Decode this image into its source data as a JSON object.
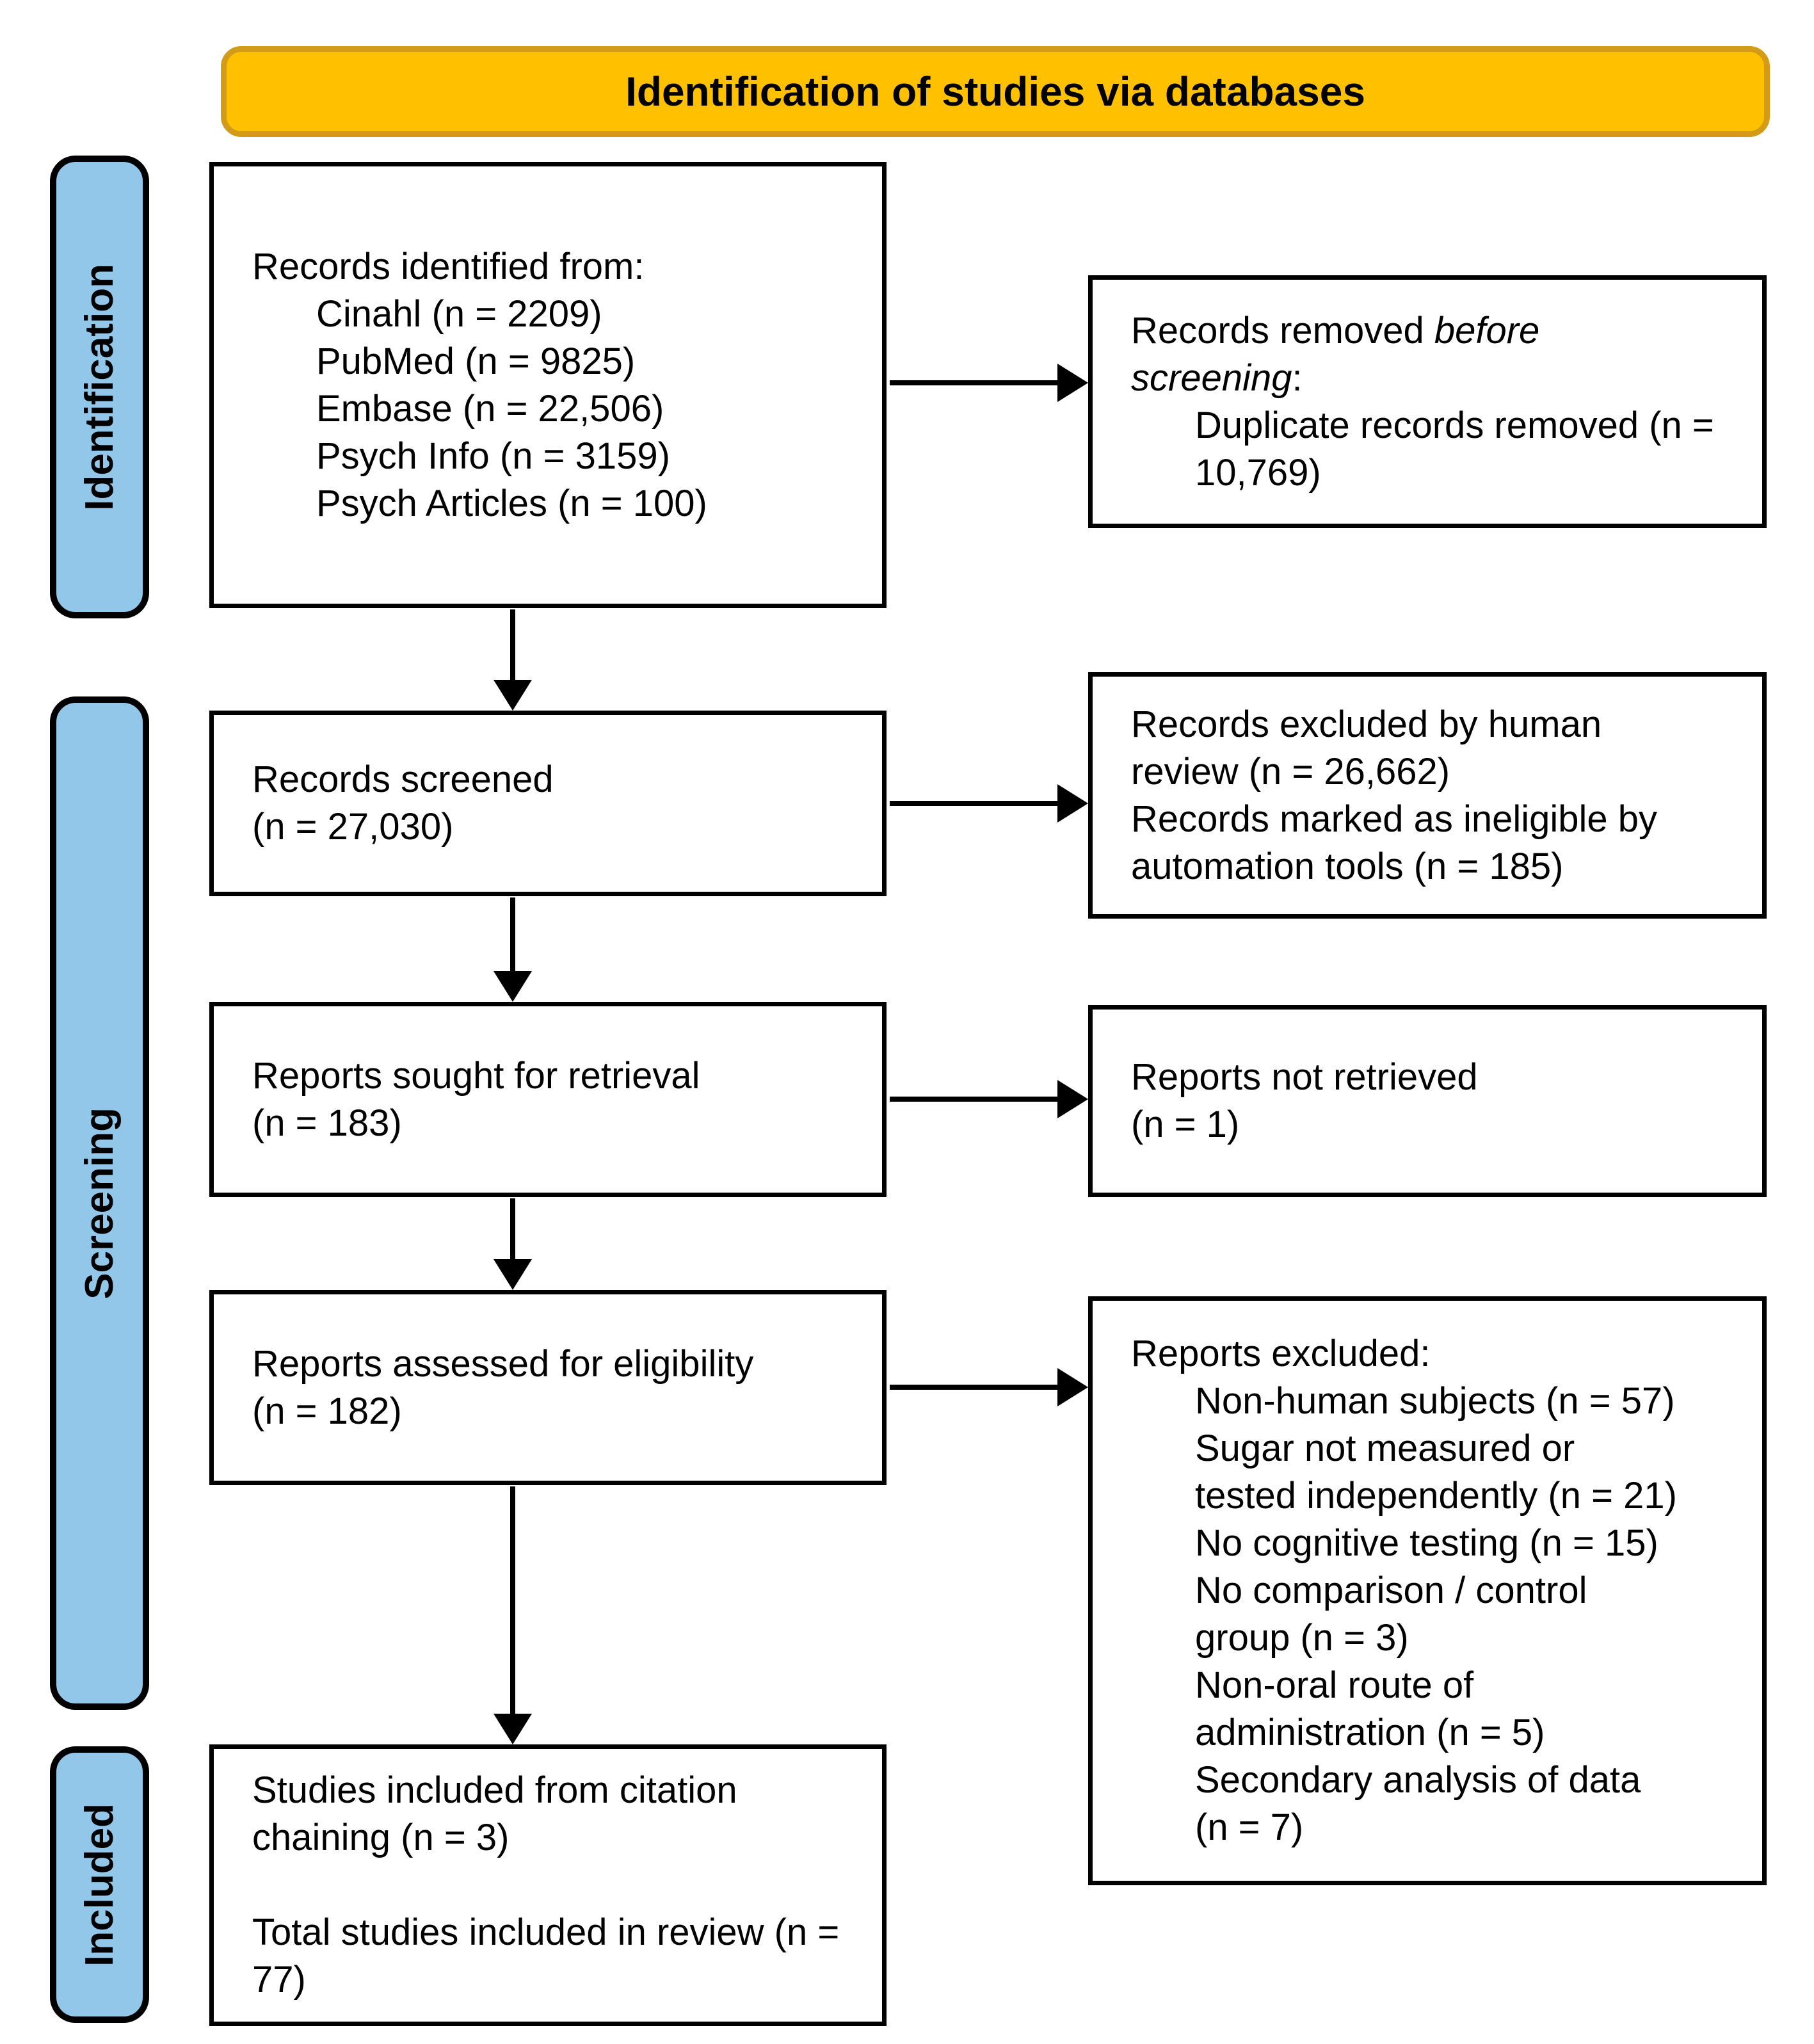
{
  "banner": {
    "title": "Identification of studies via databases"
  },
  "sidebar": {
    "identification": "Identification",
    "screening": "Screening",
    "included": "Included"
  },
  "boxes": {
    "records_identified": {
      "intro": "Records identified from:",
      "items": [
        "Cinahl (n = 2209)",
        "PubMed (n = 9825)",
        "Embase (n = 22,506)",
        "Psych Info (n = 3159)",
        "Psych Articles (n = 100)"
      ]
    },
    "records_removed": {
      "line1_plain": "Records removed ",
      "line1_italic": "before",
      "line2_italic": "screening",
      "line2_plain": ":",
      "items": [
        "Duplicate records removed (n = 10,769)"
      ]
    },
    "records_screened": {
      "lines": [
        "Records screened",
        "(n = 27,030)"
      ]
    },
    "records_excluded_screening": {
      "paragraphs": [
        "Records excluded by human review (n = 26,662)",
        "Records marked as ineligible by automation tools (n = 185)"
      ]
    },
    "reports_sought": {
      "lines": [
        "Reports sought for retrieval",
        "(n = 183)"
      ]
    },
    "reports_not_retrieved": {
      "lines": [
        "Reports not retrieved",
        "(n = 1)"
      ]
    },
    "reports_assessed": {
      "lines": [
        "Reports assessed for eligibility",
        "(n = 182)"
      ]
    },
    "reports_excluded": {
      "intro": "Reports excluded:",
      "items": [
        "Non-human subjects (n = 57)",
        "Sugar not measured or tested independently (n = 21)",
        "No cognitive testing (n = 15)",
        "No comparison / control group (n = 3)",
        "Non-oral route of administration (n = 5)",
        "Secondary analysis of data (n = 7)"
      ]
    },
    "studies_included": {
      "paragraphs": [
        "Studies included from citation chaining (n = 3)",
        "Total studies included in review (n = 77)"
      ]
    }
  },
  "colors": {
    "banner_fill": "#FFC000",
    "banner_border": "#D29B18",
    "sidebar_fill": "#92C7E9",
    "outline": "#000000",
    "box_fill": "#FFFFFF"
  }
}
